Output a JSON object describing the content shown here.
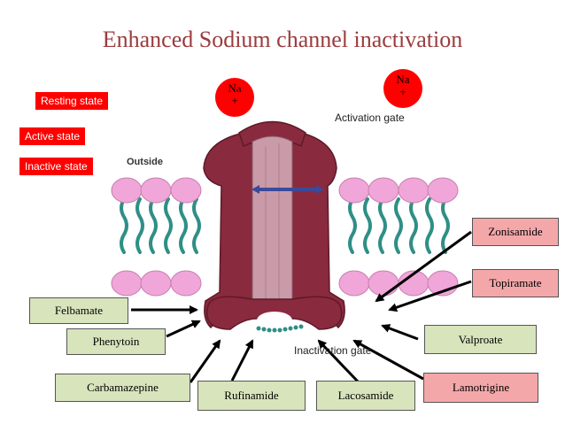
{
  "title": "Enhanced Sodium channel inactivation",
  "states": {
    "resting": "Resting state",
    "active": "Active state",
    "inactive": "Inactive state"
  },
  "ions": [
    {
      "symbol": "Na",
      "charge": "+"
    },
    {
      "symbol": "Na",
      "charge": "+"
    }
  ],
  "labels": {
    "activation_gate": "Activation gate",
    "inactivation_gate": "Inactivation gate",
    "outside": "Outside"
  },
  "drugs": {
    "felbamate": "Felbamate",
    "phenytoin": "Phenytoin",
    "carbamazepine": "Carbamazepine",
    "rufinamide": "Rufinamide",
    "lacosamide": "Lacosamide",
    "lamotrigine": "Lamotrigine",
    "valproate": "Valproate",
    "topiramate": "Topiramate",
    "zonisamide": "Zonisamide"
  },
  "colors": {
    "title": "#9b3b3e",
    "state_bg": "#ff0000",
    "channel": "#8a2a3e",
    "pore": "#c99aa8",
    "lipid_head": "#f0a6d8",
    "lipid_tail": "#2f8f86",
    "drug_green": "#d8e4bc",
    "drug_pink": "#f4a7a9"
  }
}
